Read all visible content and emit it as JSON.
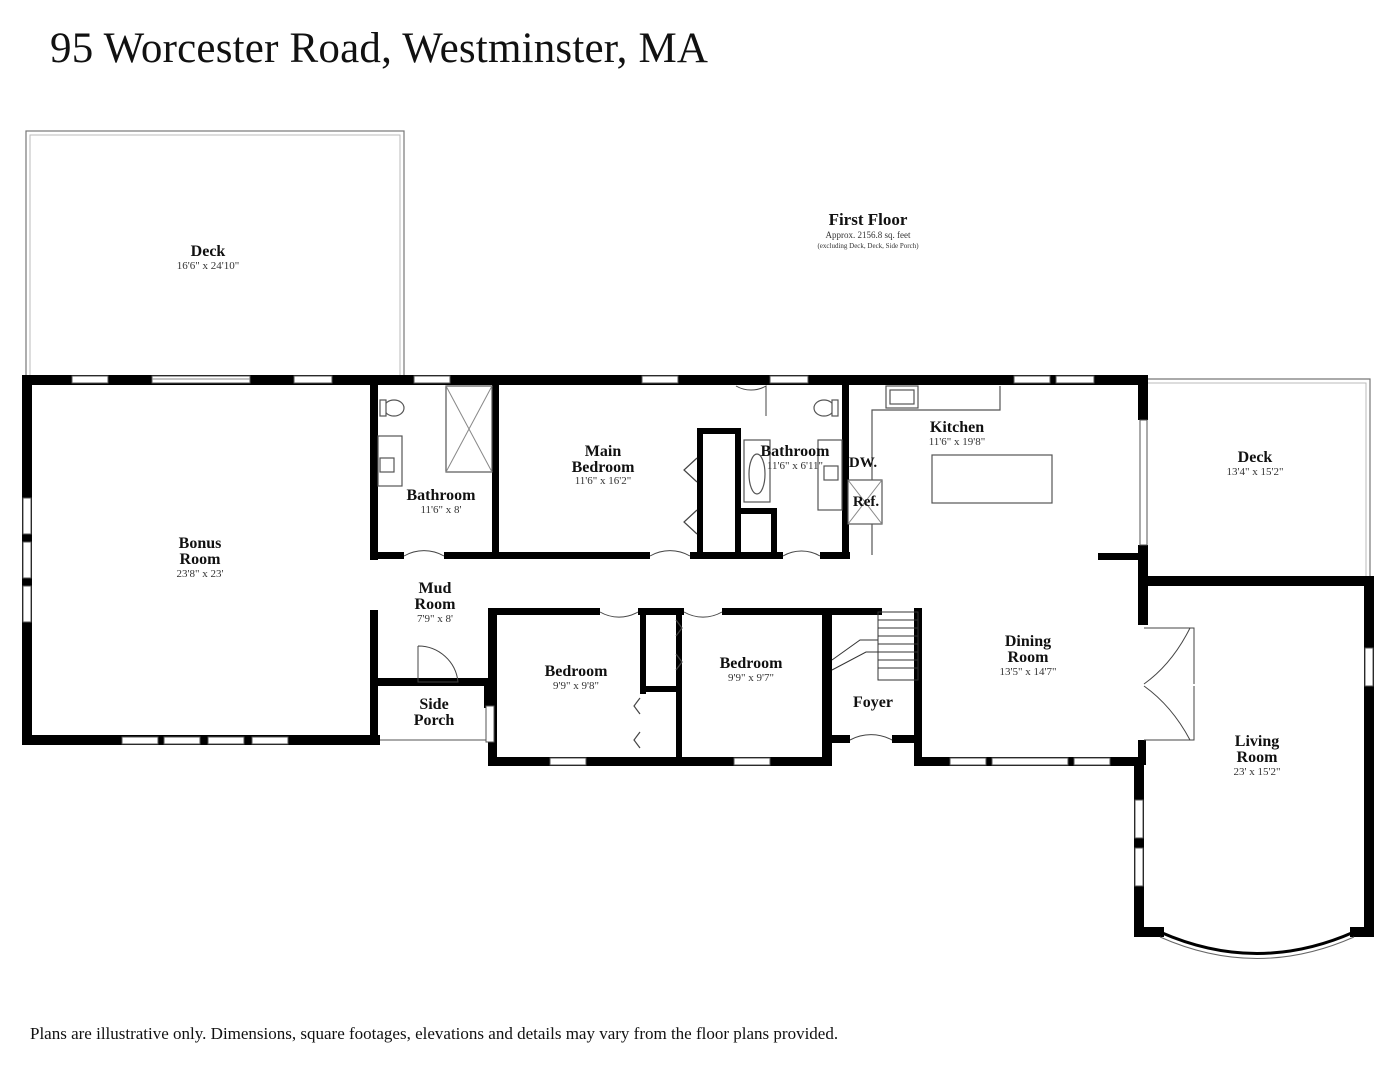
{
  "header": {
    "title": "95 Worcester Road, Westminster, MA"
  },
  "floor": {
    "name": "First Floor",
    "area": "Approx. 2156.8 sq. feet",
    "note": "(excluding Deck, Deck, Side Porch)"
  },
  "rooms": {
    "deck_left": {
      "name": "Deck",
      "dims": "16'6\" x 24'10\""
    },
    "bonus_room": {
      "name_line1": "Bonus",
      "name_line2": "Room",
      "dims": "23'8\" x 23'"
    },
    "bathroom_1": {
      "name": "Bathroom",
      "dims": "11'6\" x 8'"
    },
    "main_bedroom": {
      "name_line1": "Main",
      "name_line2": "Bedroom",
      "dims": "11'6\" x 16'2\""
    },
    "bathroom_2": {
      "name": "Bathroom",
      "dims": "11'6\" x 6'11\""
    },
    "kitchen": {
      "name": "Kitchen",
      "dims": "11'6\" x 19'8\""
    },
    "deck_right": {
      "name": "Deck",
      "dims": "13'4\" x 15'2\""
    },
    "mud_room": {
      "name_line1": "Mud",
      "name_line2": "Room",
      "dims": "7'9\" x 8'"
    },
    "bedroom_1": {
      "name": "Bedroom",
      "dims": "9'9\" x 9'8\""
    },
    "bedroom_2": {
      "name": "Bedroom",
      "dims": "9'9\" x 9'7\""
    },
    "dining_room": {
      "name_line1": "Dining",
      "name_line2": "Room",
      "dims": "13'5\" x 14'7\""
    },
    "foyer": {
      "name": "Foyer"
    },
    "side_porch": {
      "name_line1": "Side",
      "name_line2": "Porch"
    },
    "living_room": {
      "name_line1": "Living",
      "name_line2": "Room",
      "dims": "23' x 15'2\""
    }
  },
  "fixtures": {
    "dishwasher": "DW.",
    "refrigerator": "Ref."
  },
  "footer": {
    "disclaimer": "Plans are illustrative only. Dimensions, square footages, elevations and details may vary from the floor plans provided."
  }
}
